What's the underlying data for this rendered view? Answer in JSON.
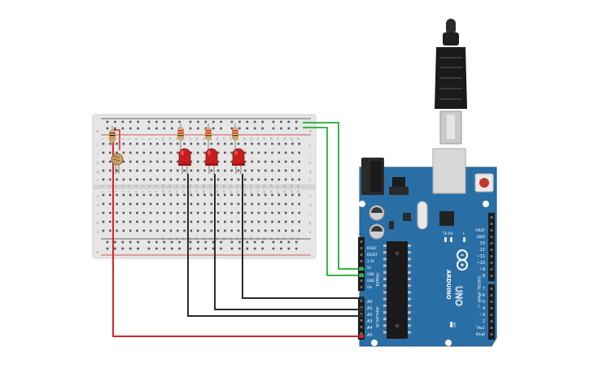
{
  "breadboard": {
    "row_letters_top": [
      "j",
      "i",
      "h",
      "g",
      "f"
    ],
    "row_letters_bottom": [
      "e",
      "d",
      "c",
      "b",
      "a"
    ],
    "rail_plus": "+",
    "rail_minus": "-",
    "column_numbers": [
      "1",
      "2",
      "3",
      "4",
      "5",
      "6",
      "7",
      "8",
      "9",
      "10",
      "11",
      "12",
      "13",
      "14",
      "15",
      "16",
      "17",
      "18",
      "19",
      "20",
      "21",
      "22",
      "23",
      "24",
      "25",
      "26",
      "27",
      "28",
      "29",
      "30"
    ]
  },
  "components": {
    "photoresistor": "photoresistor-icon",
    "resistors": [
      "resistor-icon",
      "resistor-icon",
      "resistor-icon",
      "resistor-icon"
    ],
    "leds": [
      {
        "name": "led-1",
        "color": "#d0201f"
      },
      {
        "name": "led-2",
        "color": "#d0201f"
      },
      {
        "name": "led-3",
        "color": "#d0201f"
      }
    ]
  },
  "arduino": {
    "brand": "ARDUINO",
    "model": "UNO",
    "power_header_title": "POWER",
    "power_pins": [
      "IOREF",
      "RESET",
      "3.3V",
      "5V",
      "GND",
      "GND",
      "Vin"
    ],
    "analog_header_title": "ANALOG IN",
    "analog_pins": [
      "A0",
      "A1",
      "A2",
      "A3",
      "A4",
      "A5"
    ],
    "digital_header_title": "DIGITAL (PWM ~)",
    "digital_pins_top": [
      "AREF",
      "GND",
      "13",
      "12",
      "~11",
      "~10",
      "~9",
      "8"
    ],
    "digital_pins_bottom": [
      "7",
      "~6",
      "~5",
      "4",
      "~3",
      "2",
      "TX▸1",
      "RX◂0"
    ],
    "led_labels": [
      "TX",
      "RX"
    ],
    "l_label": "L",
    "on_label": "ON",
    "board_color": "#2a6ea6",
    "usb_connector": "usb-cable-icon",
    "reset_button": "reset-button-icon"
  },
  "wires": {
    "power_color": "#39b54a",
    "signal_color": "#2b2b2b",
    "sensor_color": "#d9232a"
  }
}
